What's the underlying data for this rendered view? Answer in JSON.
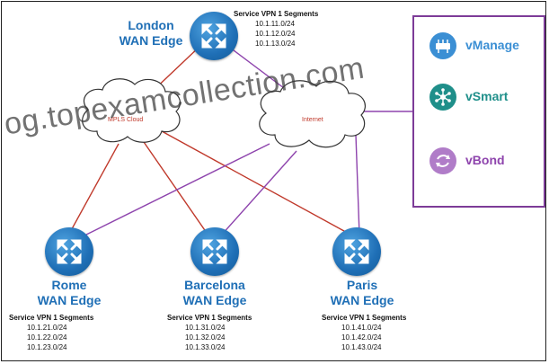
{
  "sites": {
    "london": {
      "name_line1": "London",
      "name_line2": "WAN Edge",
      "segments_title": "Service VPN 1 Segments",
      "segments": [
        "10.1.11.0/24",
        "10.1.12.0/24",
        "10.1.13.0/24"
      ]
    },
    "rome": {
      "name_line1": "Rome",
      "name_line2": "WAN Edge",
      "segments_title": "Service VPN 1 Segments",
      "segments": [
        "10.1.21.0/24",
        "10.1.22.0/24",
        "10.1.23.0/24"
      ]
    },
    "barcelona": {
      "name_line1": "Barcelona",
      "name_line2": "WAN Edge",
      "segments_title": "Service VPN 1 Segments",
      "segments": [
        "10.1.31.0/24",
        "10.1.32.0/24",
        "10.1.33.0/24"
      ]
    },
    "paris": {
      "name_line1": "Paris",
      "name_line2": "WAN Edge",
      "segments_title": "Service VPN 1 Segments",
      "segments": [
        "10.1.41.0/24",
        "10.1.42.0/24",
        "10.1.43.0/24"
      ]
    }
  },
  "clouds": {
    "mpls": "MPLS Cloud",
    "internet": "Internet"
  },
  "controllers": [
    {
      "name": "vManage",
      "icon": "vmanage-icon",
      "color": "#3b8fd4"
    },
    {
      "name": "vSmart",
      "icon": "vsmart-icon",
      "color": "#1f8f8a"
    },
    {
      "name": "vBond",
      "icon": "vbond-icon",
      "color": "#9b59b6"
    }
  ],
  "colors": {
    "mpls_link": "#c0392b",
    "internet_link": "#8e44ad",
    "router": "#1f6fb6",
    "label": "#1f6fb6"
  },
  "watermark": "og.topexamcollection.com"
}
